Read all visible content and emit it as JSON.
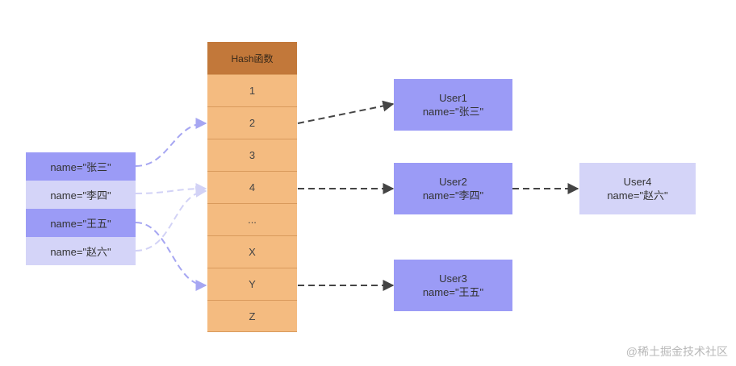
{
  "hash_header": "Hash函数",
  "keys": [
    {
      "label": "name=\"张三\""
    },
    {
      "label": "name=\"李四\""
    },
    {
      "label": "name=\"王五\""
    },
    {
      "label": "name=\"赵六\""
    }
  ],
  "buckets": [
    "1",
    "2",
    "3",
    "4",
    "...",
    "X",
    "Y",
    "Z"
  ],
  "users": [
    {
      "title": "User1",
      "name": "name=\"张三\""
    },
    {
      "title": "User2",
      "name": "name=\"李四\""
    },
    {
      "title": "User3",
      "name": "name=\"王五\""
    },
    {
      "title": "User4",
      "name": "name=\"赵六\""
    }
  ],
  "watermark": "@稀土掘金技术社区",
  "colors": {
    "hash_header": "#c2783a",
    "bucket": "#f4bb80",
    "node_dark": "#9b9bf6",
    "node_light": "#d4d4f8",
    "link_arrow": "#444444",
    "hash_arrow": "#a6a6f2"
  }
}
